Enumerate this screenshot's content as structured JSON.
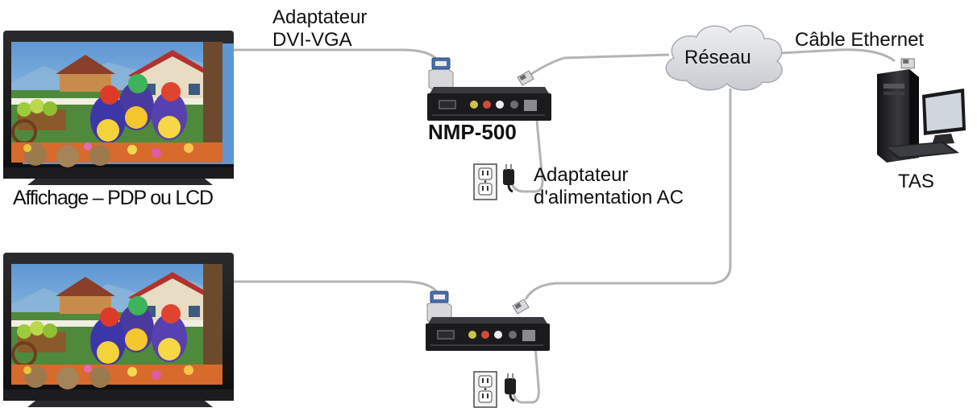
{
  "labels": {
    "dvi_vga_line1": "Adaptateur",
    "dvi_vga_line2": "DVI-VGA",
    "nmp": "NMP-500",
    "ac_line1": "Adaptateur",
    "ac_line2": "d'alimentation AC",
    "network": "Réseau",
    "ethernet": "Câble Ethernet",
    "tas": "TAS",
    "display": "Affichage – PDP ou LCD"
  },
  "colors": {
    "cable": "#b4b4b4",
    "cloud_fill": "#dcdde0",
    "cloud_stroke": "#a9abb0",
    "device_body": "#1b1b1d",
    "screen_sky": "#6fa6d8"
  },
  "icons": {
    "display": "flat-panel-display-icon",
    "player": "media-player-box-icon",
    "adapter": "dvi-vga-adapter-icon",
    "ethernet_plug": "rj45-plug-icon",
    "outlet": "wall-outlet-icon",
    "power_plug": "power-adapter-icon",
    "cloud": "network-cloud-icon",
    "computer": "desktop-computer-icon"
  }
}
